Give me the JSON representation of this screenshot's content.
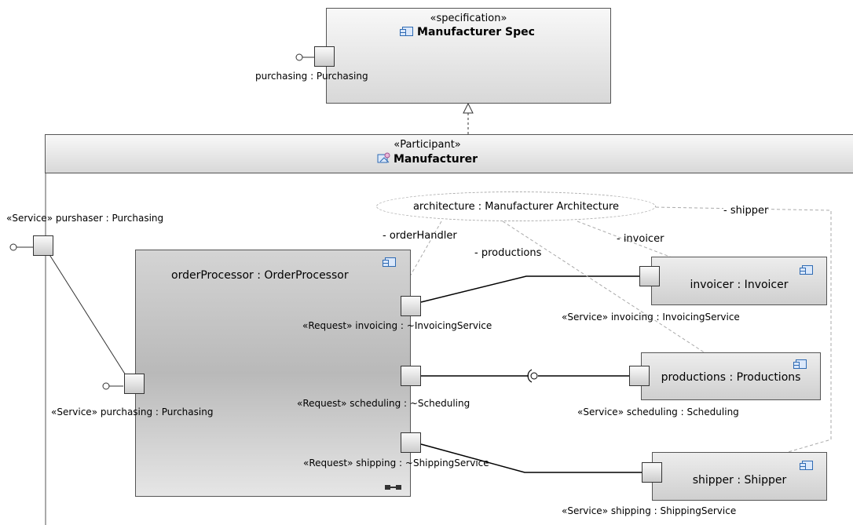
{
  "spec": {
    "stereotype": "«specification»",
    "name": "Manufacturer Spec",
    "port_label": "purchasing : Purchasing"
  },
  "participant": {
    "stereotype": "«Participant»",
    "name": "Manufacturer",
    "outer_port_label": "«Service» purshaser : Purchasing"
  },
  "collaboration": {
    "label": "architecture : Manufacturer Architecture",
    "roles": {
      "order_handler": "- orderHandler",
      "productions": "- productions",
      "invoicer": "- invoicer",
      "shipper": "- shipper"
    }
  },
  "order_processor": {
    "name": "orderProcessor : OrderProcessor",
    "ports": {
      "purchasing": "«Service» purchasing : Purchasing",
      "invoicing": "«Request» invoicing : ~InvoicingService",
      "scheduling": "«Request» scheduling : ~Scheduling",
      "shipping": "«Request» shipping : ~ShippingService"
    }
  },
  "invoicer": {
    "name": "invoicer : Invoicer",
    "port_label": "«Service» invoicing : InvoicingService"
  },
  "productions": {
    "name": "productions : Productions",
    "port_label": "«Service» scheduling : Scheduling"
  },
  "shipper": {
    "name": "shipper : Shipper",
    "port_label": "«Service» shipping : ShippingService"
  },
  "colors": {
    "border": "#555555",
    "icon_blue": "#2e6ab3",
    "dashed": "#aaaaaa"
  }
}
